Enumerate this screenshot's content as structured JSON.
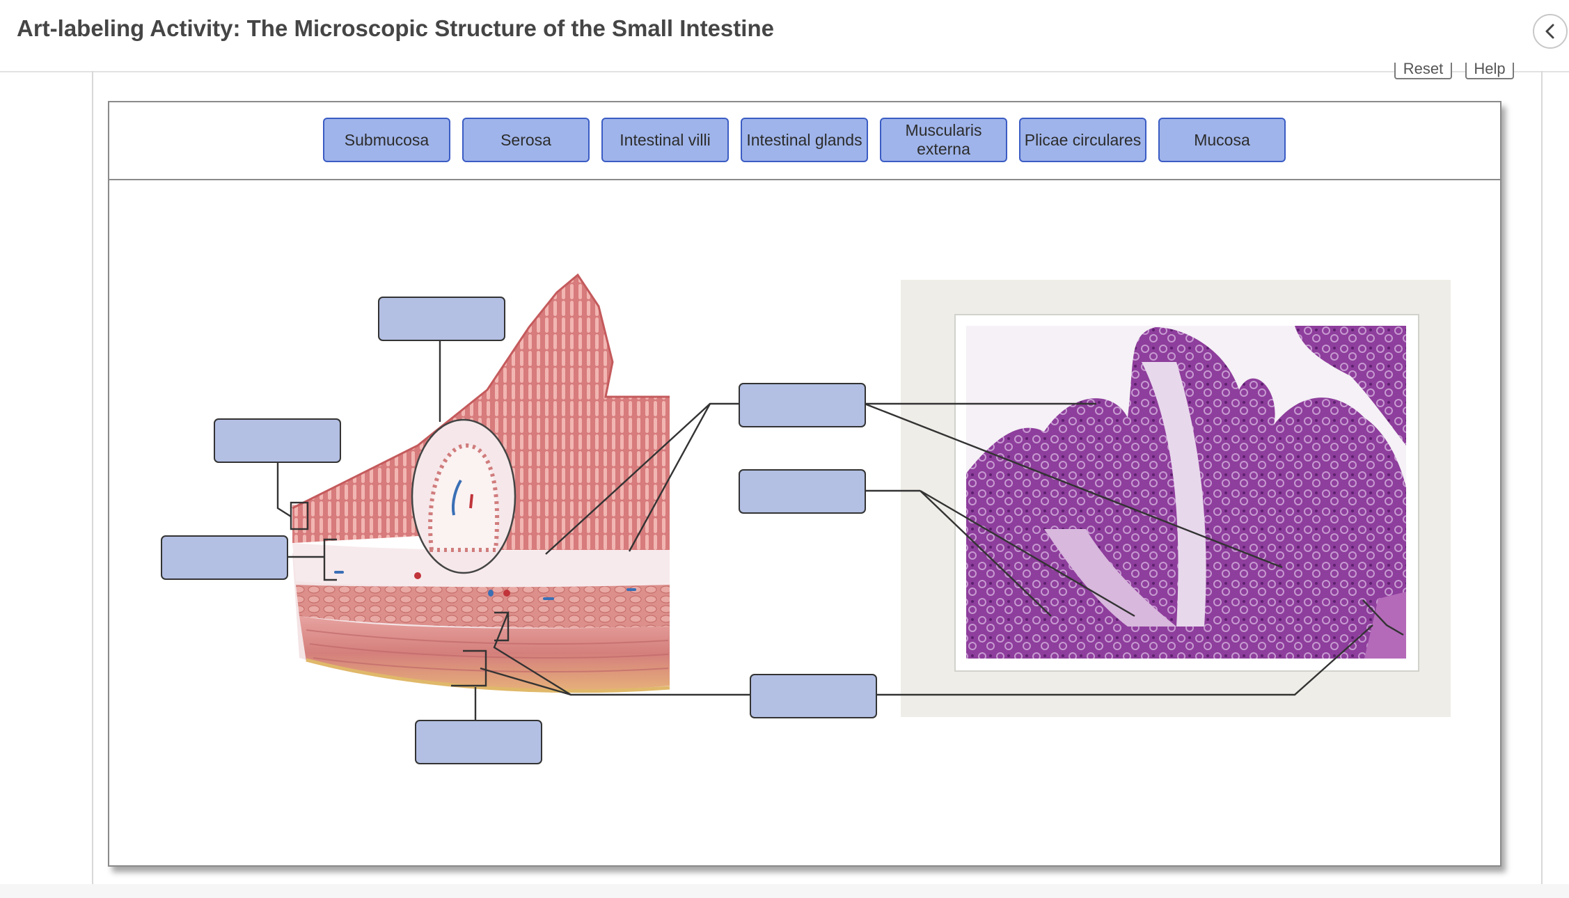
{
  "header": {
    "title": "Art-labeling Activity: The Microscopic Structure of the Small Intestine"
  },
  "toolbar": {
    "reset_label": "Reset",
    "help_label": "Help"
  },
  "label_bank": [
    {
      "label": "Submucosa"
    },
    {
      "label": "Serosa"
    },
    {
      "label": "Intestinal villi"
    },
    {
      "label": "Intestinal glands"
    },
    {
      "label": "Muscularis externa"
    },
    {
      "label": "Plicae circulares"
    },
    {
      "label": "Mucosa"
    }
  ],
  "targets": [
    {
      "value": ""
    },
    {
      "value": ""
    },
    {
      "value": ""
    },
    {
      "value": ""
    },
    {
      "value": ""
    },
    {
      "value": ""
    },
    {
      "value": ""
    }
  ],
  "colors": {
    "chip_fill": "#9fb4ea",
    "chip_border": "#3b5cc4",
    "target_fill": "#b3bfe3",
    "tissue_pink": "#d98a8a",
    "histology_purple": "#8a3d96"
  }
}
